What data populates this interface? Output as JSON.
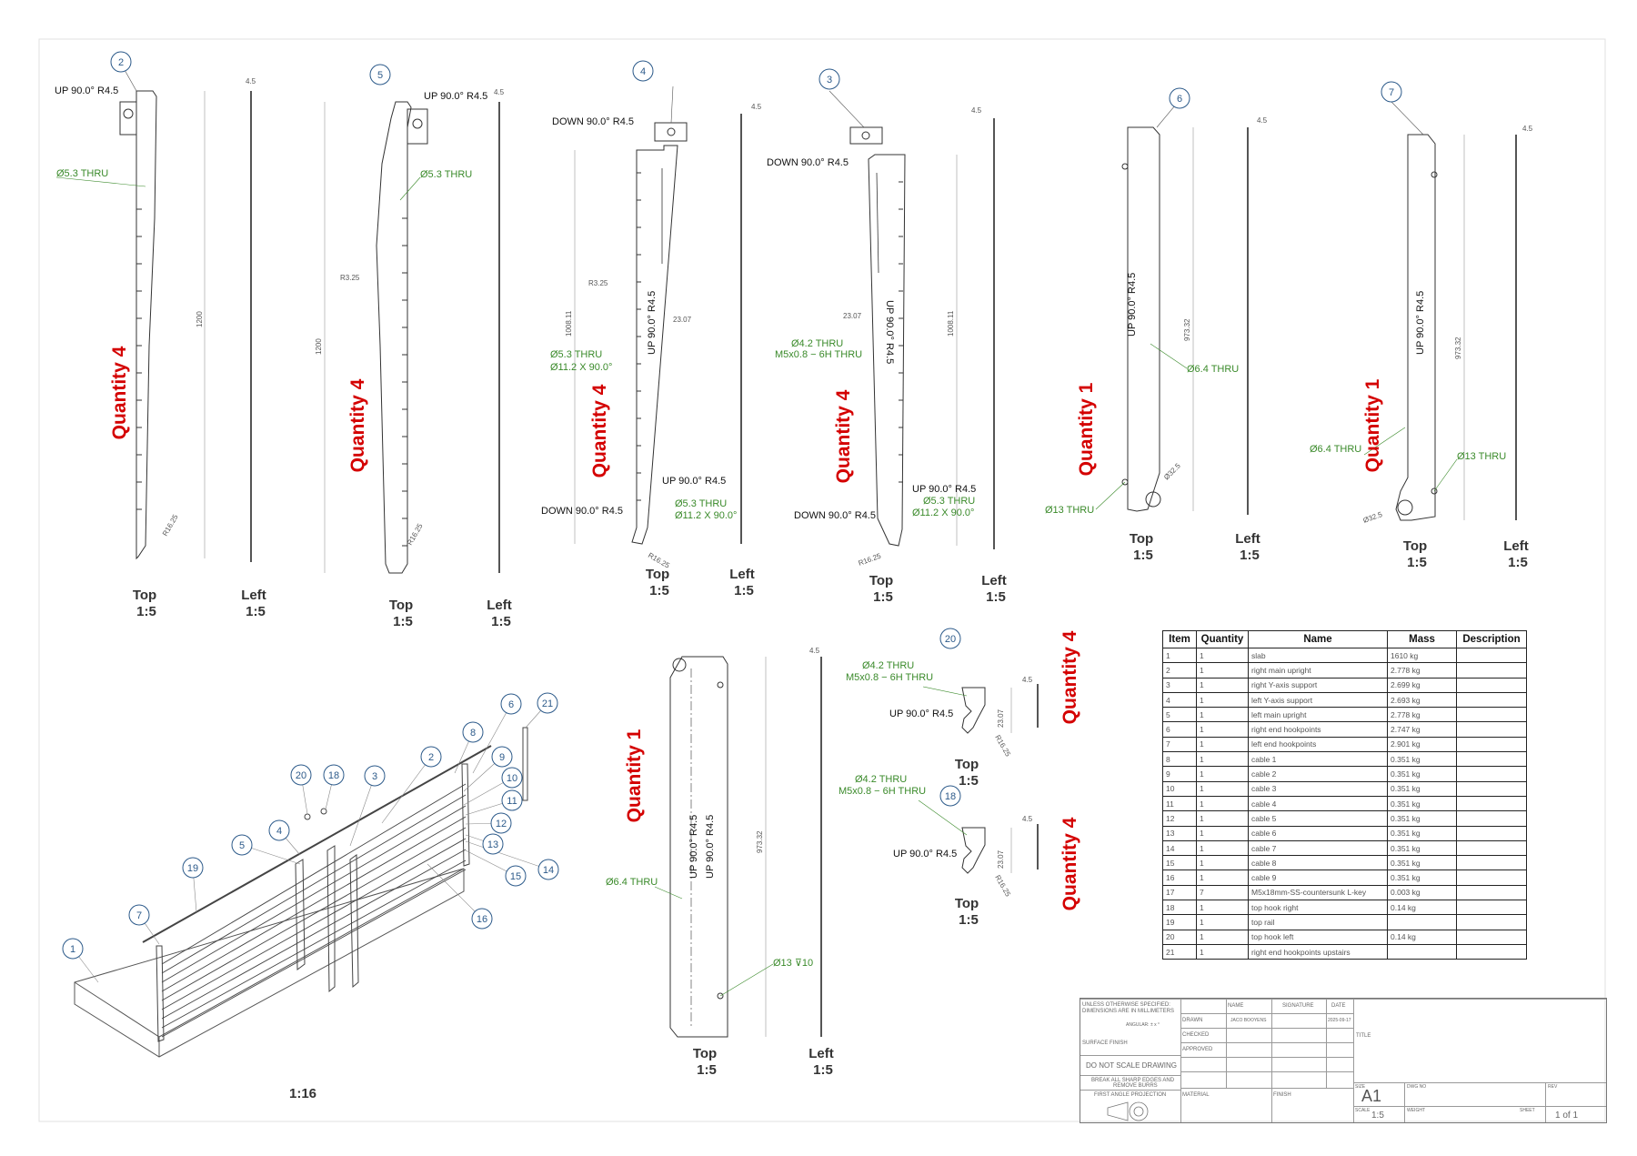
{
  "views": [
    {
      "id": "upright-right",
      "balloon": "2",
      "quantity": "Quantity 4",
      "top_label": "Top",
      "left_label": "Left",
      "scale": "1:5",
      "thickness": "4.5",
      "length": "1200",
      "radius": "R16.25",
      "notes": [
        "UP 90.0° R4.5",
        "Ø5.3 THRU"
      ]
    },
    {
      "id": "upright-left",
      "balloon": "5",
      "quantity": "Quantity 4",
      "top_label": "Top",
      "left_label": "Left",
      "scale": "1:5",
      "thickness": "4.5",
      "length": "1200",
      "radius_a": "R3.25",
      "radius": "R16.25",
      "notes": [
        "UP 90.0° R4.5",
        "Ø5.3 THRU"
      ]
    },
    {
      "id": "y-support-left",
      "balloon": "4",
      "quantity": "Quantity 4",
      "top_label": "Top",
      "left_label": "Left",
      "scale": "1:5",
      "thickness": "4.5",
      "length": "1008.11",
      "width": "23.07",
      "radius_a": "R3.25",
      "radius": "R16.25",
      "bend": "UP 90.0° R4.5",
      "notes": [
        "DOWN 90.0° R4.5",
        "Ø5.3 THRU",
        "Ø11.2 X 90.0°",
        "UP 90.0° R4.5",
        "DOWN 90.0° R4.5",
        "Ø5.3 THRU",
        "Ø11.2 X 90.0°"
      ]
    },
    {
      "id": "y-support-right",
      "balloon": "3",
      "quantity": "Quantity 4",
      "top_label": "Top",
      "left_label": "Left",
      "scale": "1:5",
      "thickness": "4.5",
      "length": "1008.11",
      "width": "23.07",
      "radius": "R16.25",
      "bend": "UP 90.0° R4.5",
      "notes": [
        "DOWN 90.0° R4.5",
        "Ø4.2 THRU",
        "M5x0.8 − 6H THRU",
        "UP 90.0° R4.5",
        "Ø5.3 THRU",
        "Ø11.2 X 90.0°",
        "DOWN 90.0° R4.5"
      ]
    },
    {
      "id": "end-hook-right",
      "balloon": "6",
      "quantity": "Quantity 1",
      "top_label": "Top",
      "left_label": "Left",
      "scale": "1:5",
      "thickness": "4.5",
      "length": "973.32",
      "dia": "Ø32.5",
      "bend": "UP 90.0° R4.5",
      "notes": [
        "Ø6.4 THRU",
        "Ø13 THRU"
      ]
    },
    {
      "id": "end-hook-left",
      "balloon": "7",
      "quantity": "Quantity 1",
      "top_label": "Top",
      "left_label": "Left",
      "scale": "1:5",
      "thickness": "4.5",
      "length": "973.32",
      "dia": "Ø32.5",
      "bend": "UP 90.0° R4.5",
      "notes": [
        "Ø6.4 THRU",
        "Ø13 THRU"
      ]
    }
  ],
  "upstairs": {
    "quantity": "Quantity 1",
    "top_label": "Top",
    "left_label": "Left",
    "scale": "1:5",
    "thickness": "4.5",
    "length": "973.32",
    "bend": "UP 90.0° R4.5",
    "bend2": "UP 90.0° R4.5",
    "notes": [
      "Ø6.4 THRU",
      "Ø13 ⊽10"
    ]
  },
  "hooks": [
    {
      "balloon": "20",
      "quantity": "Quantity 4",
      "top_label": "Top",
      "scale": "1:5",
      "thickness": "4.5",
      "width": "23.07",
      "radius": "R16.25",
      "notes": [
        "Ø4.2 THRU",
        "M5x0.8 − 6H THRU",
        "UP 90.0° R4.5"
      ]
    },
    {
      "balloon": "18",
      "quantity": "Quantity 4",
      "top_label": "Top",
      "scale": "1:5",
      "thickness": "4.5",
      "width": "23.07",
      "radius": "R16.25",
      "notes": [
        "Ø4.2 THRU",
        "M5x0.8 − 6H THRU",
        "UP 90.0° R4.5"
      ]
    }
  ],
  "iso": {
    "scale": "1:16",
    "balloons": [
      "1",
      "7",
      "19",
      "5",
      "4",
      "20",
      "18",
      "3",
      "2",
      "8",
      "6",
      "21",
      "9",
      "10",
      "11",
      "12",
      "13",
      "15",
      "14",
      "16"
    ]
  },
  "bom": {
    "headers": [
      "Item",
      "Quantity",
      "Name",
      "Mass",
      "Description"
    ],
    "rows": [
      [
        "1",
        "1",
        "slab",
        "1610 kg",
        ""
      ],
      [
        "2",
        "1",
        "right main upright",
        "2.778 kg",
        ""
      ],
      [
        "3",
        "1",
        "right Y-axis support",
        "2.699 kg",
        ""
      ],
      [
        "4",
        "1",
        "left Y-axis support",
        "2.693 kg",
        ""
      ],
      [
        "5",
        "1",
        "left main upright",
        "2.778 kg",
        ""
      ],
      [
        "6",
        "1",
        "right end hookpoints",
        "2.747 kg",
        ""
      ],
      [
        "7",
        "1",
        "left end hookpoints",
        "2.901 kg",
        ""
      ],
      [
        "8",
        "1",
        "cable 1",
        "0.351 kg",
        ""
      ],
      [
        "9",
        "1",
        "cable 2",
        "0.351 kg",
        ""
      ],
      [
        "10",
        "1",
        "cable 3",
        "0.351 kg",
        ""
      ],
      [
        "11",
        "1",
        "cable 4",
        "0.351 kg",
        ""
      ],
      [
        "12",
        "1",
        "cable 5",
        "0.351 kg",
        ""
      ],
      [
        "13",
        "1",
        "cable 6",
        "0.351 kg",
        ""
      ],
      [
        "14",
        "1",
        "cable 7",
        "0.351 kg",
        ""
      ],
      [
        "15",
        "1",
        "cable 8",
        "0.351 kg",
        ""
      ],
      [
        "16",
        "1",
        "cable 9",
        "0.351 kg",
        ""
      ],
      [
        "17",
        "7",
        "M5x18mm-SS-countersunk L-key",
        "0.003 kg",
        ""
      ],
      [
        "18",
        "1",
        "top hook right",
        "0.14 kg",
        ""
      ],
      [
        "19",
        "1",
        "top rail",
        "",
        ""
      ],
      [
        "20",
        "1",
        "top hook left",
        "0.14 kg",
        ""
      ],
      [
        "21",
        "1",
        "right end hookpoints upstairs",
        "",
        ""
      ]
    ]
  },
  "titleblock": {
    "note1": "UNLESS OTHERWISE SPECIFIED:",
    "note2": "DIMENSIONS ARE IN MILLIMETERS",
    "angular": "ANGULAR: ± x °",
    "surface": "SURFACE FINISH",
    "noscale": "DO NOT SCALE DRAWING",
    "burrs1": "BREAK ALL SHARP EDGES AND",
    "burrs2": "REMOVE BURRS",
    "projection": "FIRST ANGLE PROJECTION",
    "name_h": "NAME",
    "sig_h": "SIGNATURE",
    "date_h": "DATE",
    "drawn": "DRAWN",
    "drawn_name": "JACO BOOYENS",
    "drawn_date": "2025-09-17",
    "checked": "CHECKED",
    "approved": "APPROVED",
    "material": "MATERIAL",
    "finish": "FINISH",
    "title": "TITLE",
    "size_h": "SIZE",
    "size": "A1",
    "dwg_h": "DWG NO",
    "rev_h": "REV",
    "scale_h": "SCALE",
    "scale": "1:5",
    "weight_h": "WEIGHT",
    "sheet_h": "SHEET",
    "sheet": "1 of 1"
  },
  "colors": {
    "quantity": "#d40000",
    "note": "#3a8a2a",
    "balloon": "#2c5a8a",
    "line": "#333333"
  }
}
